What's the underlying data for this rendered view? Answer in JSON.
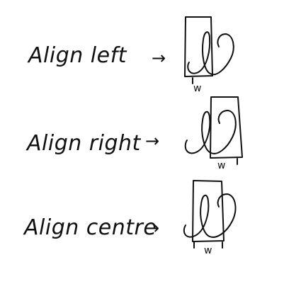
{
  "rows": [
    {
      "label": "Align left",
      "arrow": "→",
      "width_mark": "w"
    },
    {
      "label": "Align right",
      "arrow": "→",
      "width_mark": "w"
    },
    {
      "label": "Align centre",
      "arrow": "→",
      "width_mark": "w"
    }
  ],
  "colors": {
    "ink": "#111111",
    "background": "#ffffff"
  }
}
